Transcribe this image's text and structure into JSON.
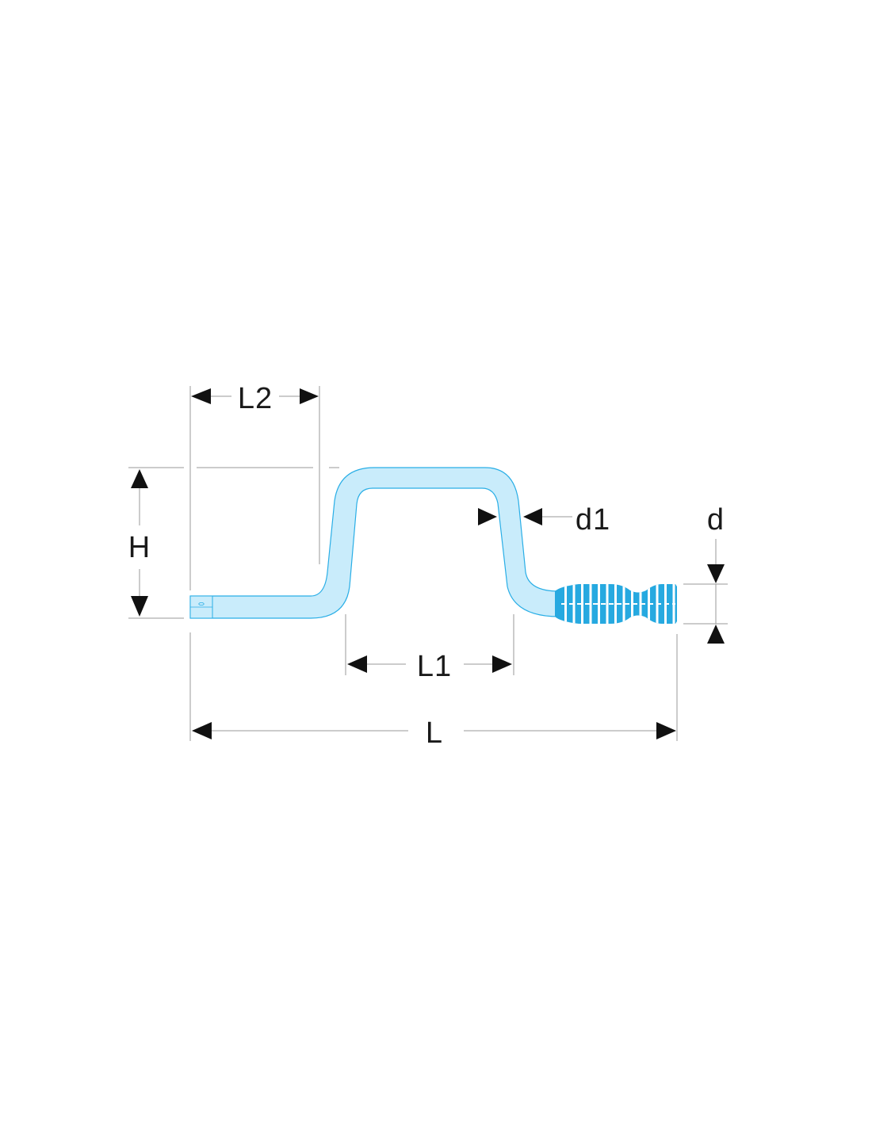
{
  "diagram": {
    "labels": {
      "L2": "L2",
      "H": "H",
      "d1": "d1",
      "d": "d",
      "L1": "L1",
      "L": "L"
    }
  },
  "colors": {
    "shaft_fill": "#c9ecfb",
    "shaft_outline": "#29aee6",
    "grip_fill": "#26a9e0",
    "grip_stripe": "#ffffff",
    "arrow": "#111111",
    "line": "#9a9a9a"
  }
}
